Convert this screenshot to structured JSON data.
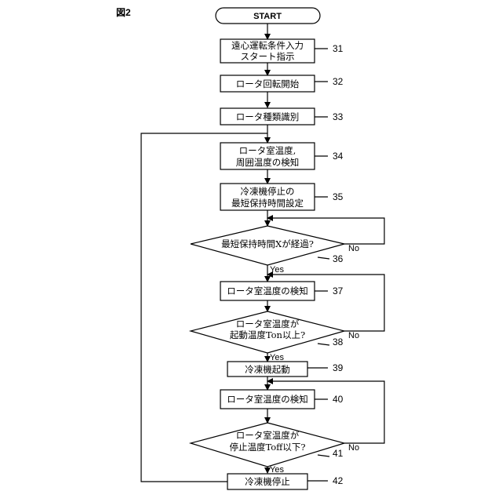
{
  "figure_label": "図2",
  "start_label": "START",
  "steps": {
    "s31": {
      "line1": "遠心運転条件入力",
      "line2": "スタート指示",
      "ref": "31"
    },
    "s32": {
      "line1": "ロータ回転開始",
      "ref": "32"
    },
    "s33": {
      "line1": "ロータ種類識別",
      "ref": "33"
    },
    "s34": {
      "line1": "ロータ室温度,",
      "line2": "周囲温度の検知",
      "ref": "34"
    },
    "s35": {
      "line1": "冷凍機停止の",
      "line2": "最短保持時間設定",
      "ref": "35"
    },
    "d36": {
      "line1": "最短保持時間Xが経過?",
      "ref": "36",
      "yes": "Yes",
      "no": "No"
    },
    "s37": {
      "line1": "ロータ室温度の検知",
      "ref": "37"
    },
    "d38": {
      "line1": "ロータ室温度が",
      "line2": "起動温度Ton以上?",
      "ref": "38",
      "yes": "Yes",
      "no": "No"
    },
    "s39": {
      "line1": "冷凍機起動",
      "ref": "39"
    },
    "s40": {
      "line1": "ロータ室温度の検知",
      "ref": "40"
    },
    "d41": {
      "line1": "ロータ室温度が",
      "line2": "停止温度Toff以下?",
      "ref": "41",
      "yes": "Yes",
      "no": "No"
    },
    "s42": {
      "line1": "冷凍機停止",
      "ref": "42"
    }
  }
}
